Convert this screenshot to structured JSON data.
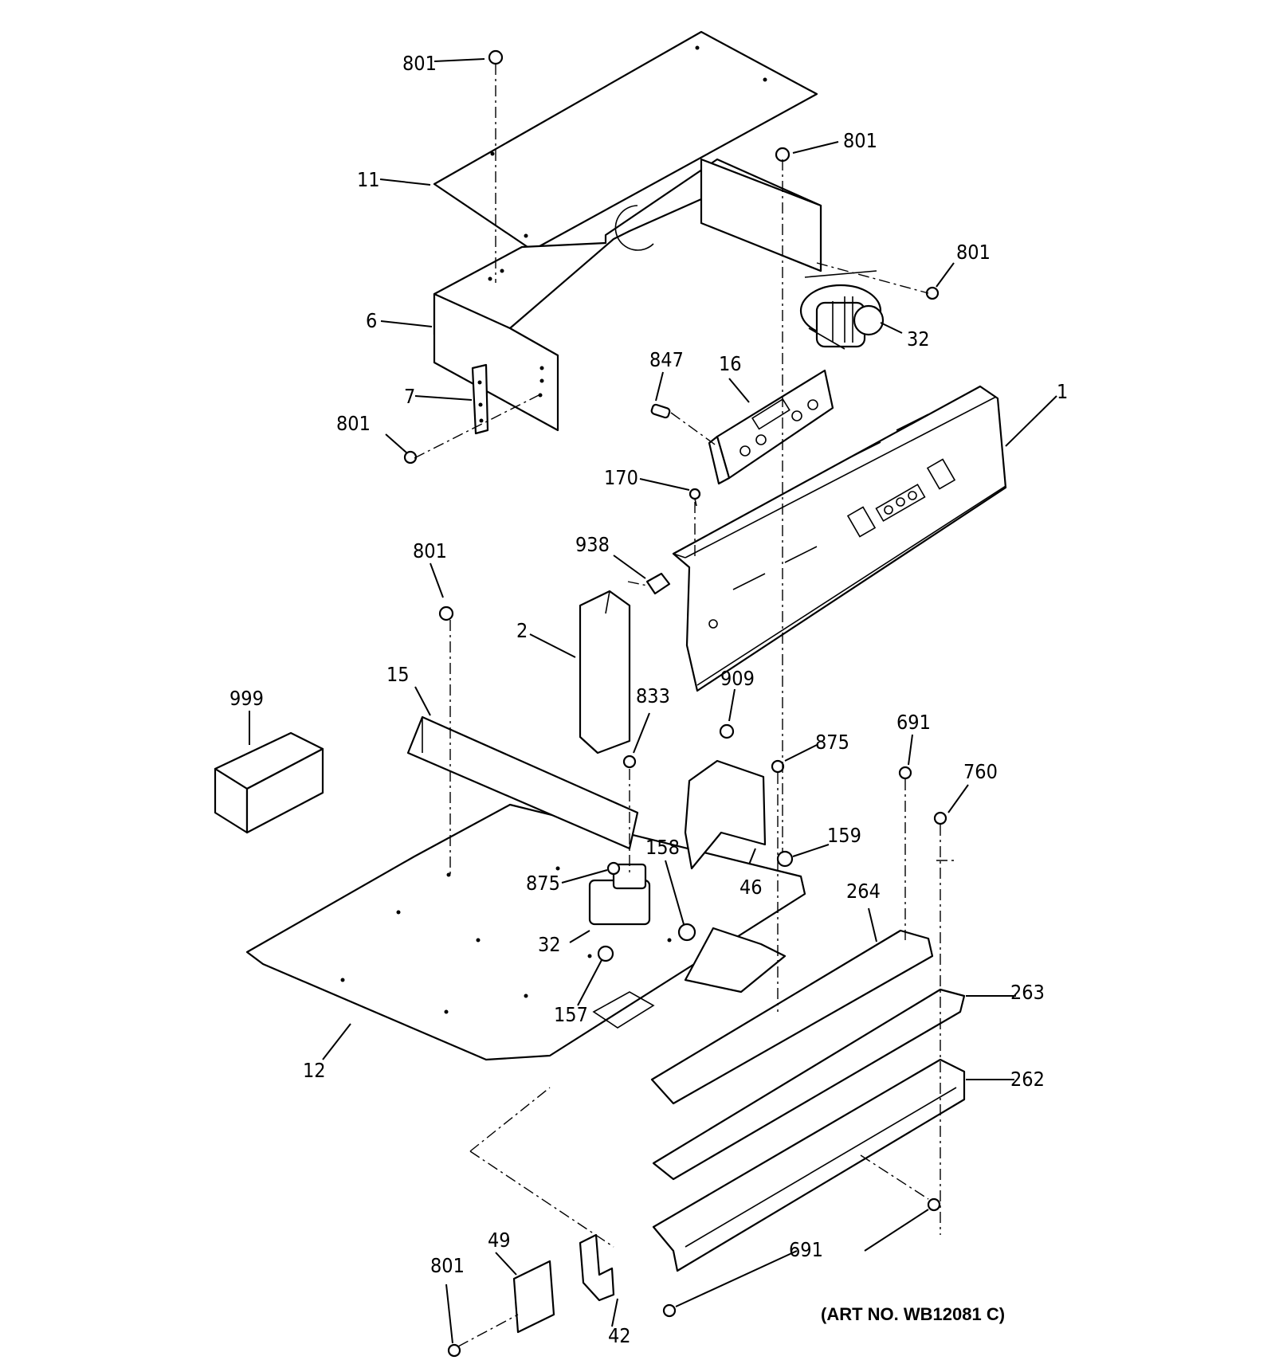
{
  "diagram": {
    "art_number": "(ART NO. WB12081 C)",
    "callouts": {
      "c801_top": "801",
      "c11": "11",
      "c801_topright": "801",
      "c801_right": "801",
      "c6": "6",
      "c32_upper": "32",
      "c847": "847",
      "c16": "16",
      "c1": "1",
      "c7": "7",
      "c801_left": "801",
      "c170": "170",
      "c938": "938",
      "c801_mid": "801",
      "c2": "2",
      "c15": "15",
      "c999": "999",
      "c833": "833",
      "c909": "909",
      "c691_top": "691",
      "c875_right": "875",
      "c760": "760",
      "c158": "158",
      "c159": "159",
      "c875_left": "875",
      "c46": "46",
      "c264": "264",
      "c32_lower": "32",
      "c263": "263",
      "c157": "157",
      "c12": "12",
      "c262": "262",
      "c49": "49",
      "c801_bottom": "801",
      "c691_bottom": "691",
      "c42": "42"
    }
  }
}
